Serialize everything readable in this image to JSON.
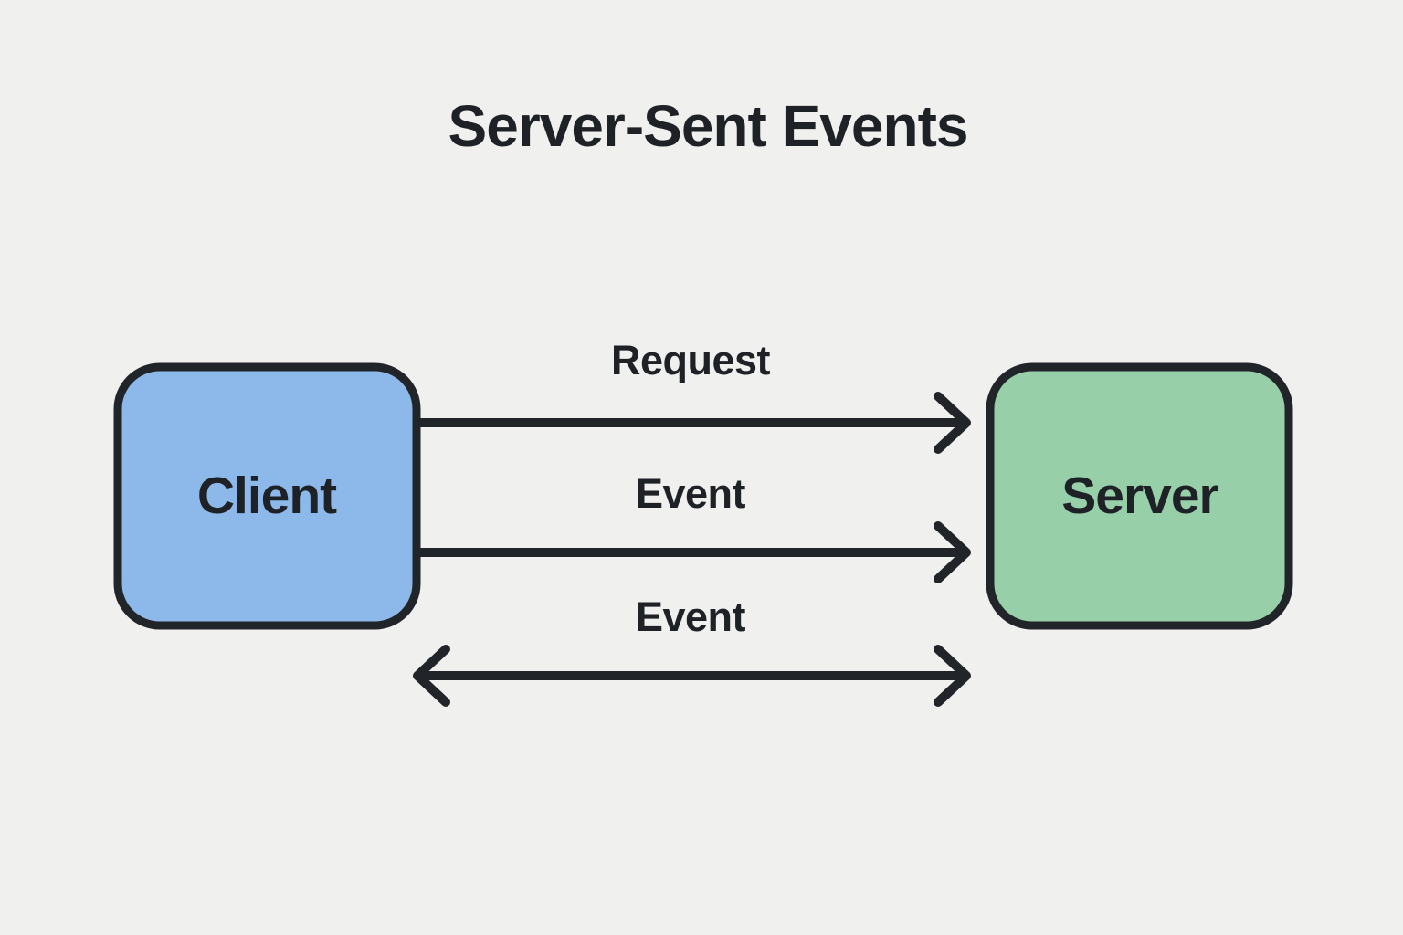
{
  "title": "Server-Sent Events",
  "colors": {
    "background": "#f0f0ee",
    "stroke": "#212429",
    "text": "#1e2126",
    "client_fill": "#8cb9e9",
    "server_fill": "#97cfa9"
  },
  "nodes": {
    "client": {
      "label": "Client"
    },
    "server": {
      "label": "Server"
    }
  },
  "arrows": [
    {
      "label": "Request",
      "from": "client",
      "to": "server",
      "direction": "right"
    },
    {
      "label": "Event",
      "from": "client",
      "to": "server",
      "direction": "right"
    },
    {
      "label": "Event",
      "from": "client",
      "to": "server",
      "direction": "both"
    }
  ]
}
